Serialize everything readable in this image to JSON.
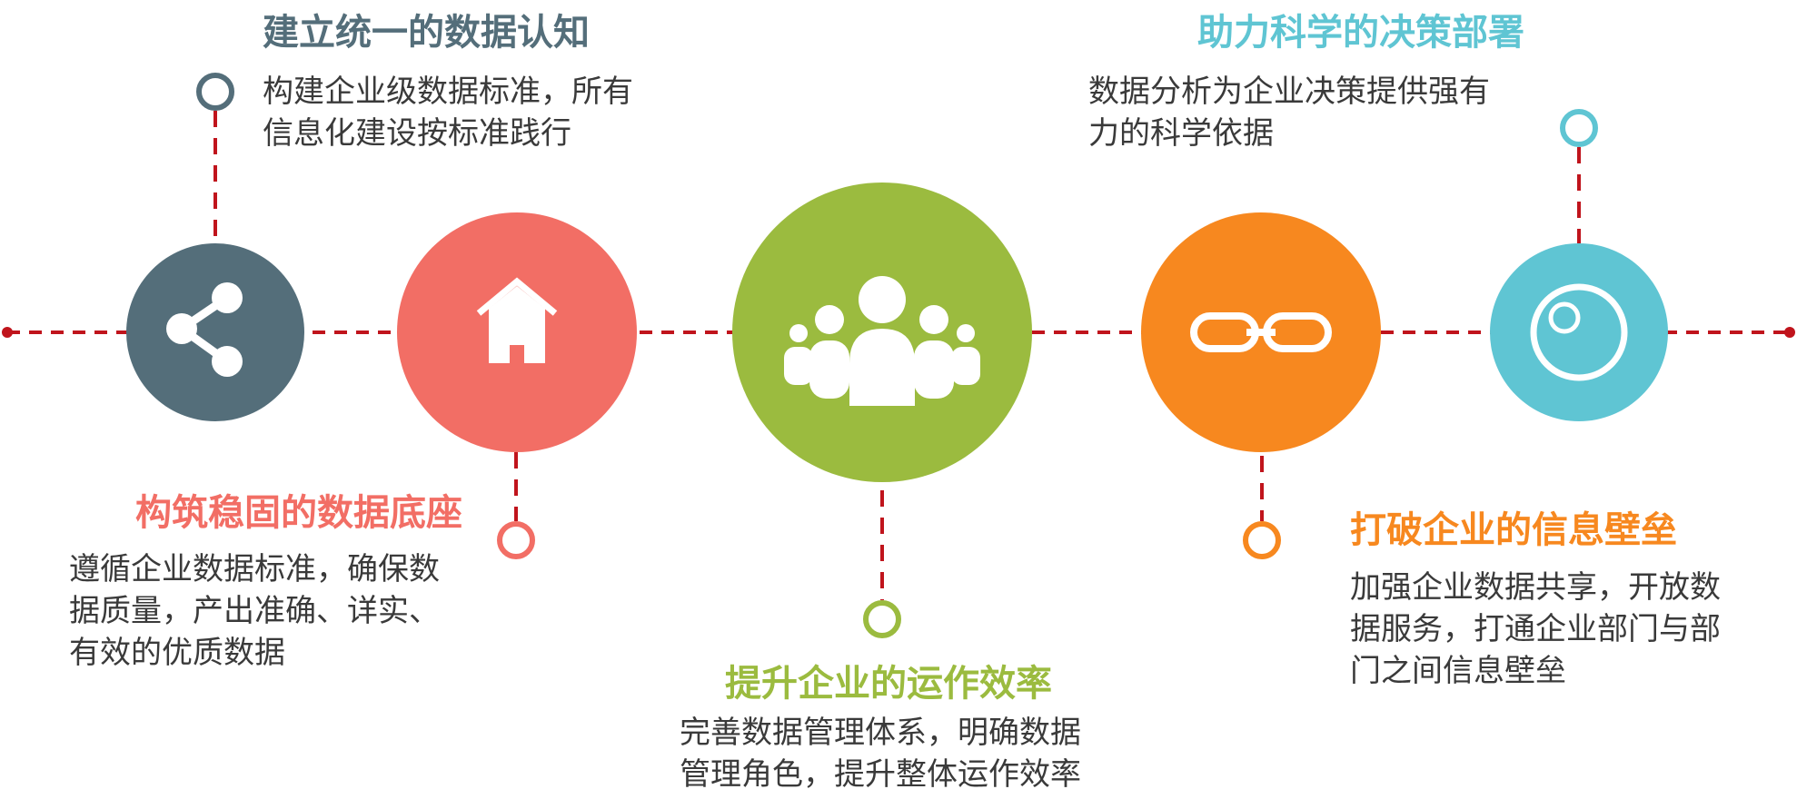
{
  "colors": {
    "line": "#c0141c",
    "gray": "#546e7a",
    "red": "#f26e65",
    "green": "#9bbb3f",
    "orange": "#f7881f",
    "teal": "#5fc5d3",
    "text": "#3a3a3a"
  },
  "items": [
    {
      "icon": "share-icon",
      "title": "建立统一的数据认知",
      "lines": [
        "构建企业级数据标准，所有",
        "信息化建设按标准践行"
      ]
    },
    {
      "icon": "house-icon",
      "title": "构筑稳固的数据底座",
      "lines": [
        "遵循企业数据标准，确保数",
        "据质量，产出准确、详实、",
        "有效的优质数据"
      ]
    },
    {
      "icon": "people-icon",
      "title": "提升企业的运作效率",
      "lines": [
        "完善数据管理体系，明确数据",
        "管理角色，提升整体运作效率"
      ]
    },
    {
      "icon": "link-icon",
      "title": "打破企业的信息壁垒",
      "lines": [
        "加强企业数据共享，开放数",
        "据服务，打通企业部门与部",
        "门之间信息壁垒"
      ]
    },
    {
      "icon": "target-icon",
      "title": "助力科学的决策部署",
      "lines": [
        "数据分析为企业决策提供强有",
        "力的科学依据"
      ]
    }
  ]
}
